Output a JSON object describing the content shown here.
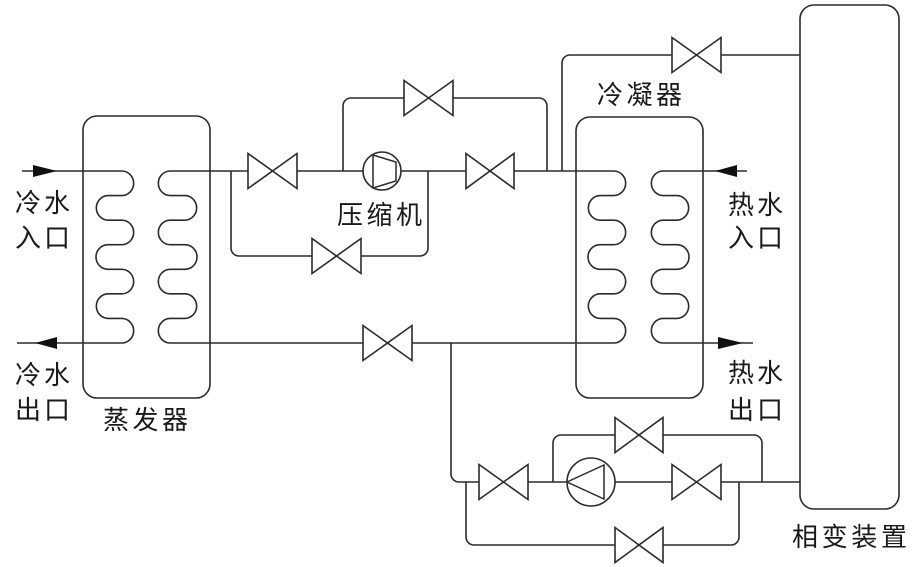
{
  "diagram": {
    "components": {
      "evaporator": {
        "label": "蒸发器"
      },
      "compressor": {
        "label": "压缩机"
      },
      "condenser": {
        "label": "冷凝器"
      },
      "phase_change_device": {
        "label": "相变装置"
      }
    },
    "ports": {
      "cold_water_inlet": {
        "line1": "冷水",
        "line2": "入口"
      },
      "cold_water_outlet": {
        "line1": "冷水",
        "line2": "出口"
      },
      "hot_water_inlet": {
        "line1": "热水",
        "line2": "入口"
      },
      "hot_water_outlet": {
        "line1": "热水",
        "line2": "出口"
      }
    },
    "symbols": {
      "valve": "gate-valve",
      "compressor": "compressor",
      "pump": "pump",
      "flow_arrow": "filled-arrow",
      "heat_exchanger_coil": "serpentine-coil"
    },
    "counts": {
      "valves": 10,
      "compressors": 1,
      "pumps": 1,
      "heat_exchangers": 2
    },
    "colors": {
      "stroke": "#2b2b2b",
      "background": "#ffffff",
      "text": "#1a1a1a"
    }
  }
}
